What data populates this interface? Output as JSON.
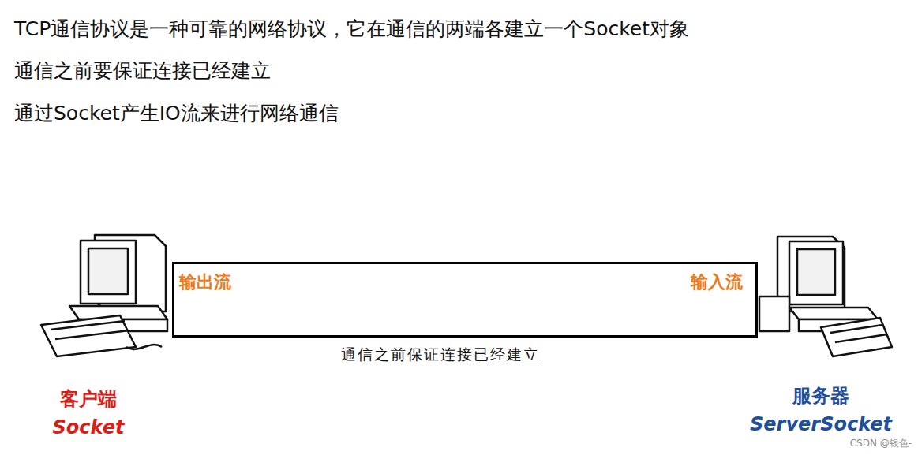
{
  "diagram": {
    "nodes": [
      {
        "text": [
          "客户端",
          "Socket"
        ]
      },
      {
        "text": [
          "输出流",
          "输入流"
        ]
      },
      {
        "text": [
          "服务器",
          "ServerSocket"
        ]
      }
    ],
    "labels": [
      "TCP通信协议是一种可靠的网络协议，它在通信的两端各建立一个Socket对象",
      "通信之前要保证连接已经建立",
      "通过Socket产生IO流来进行网络通信",
      "通信之前保证连接已经建立",
      "CSDN @银色-"
    ]
  }
}
